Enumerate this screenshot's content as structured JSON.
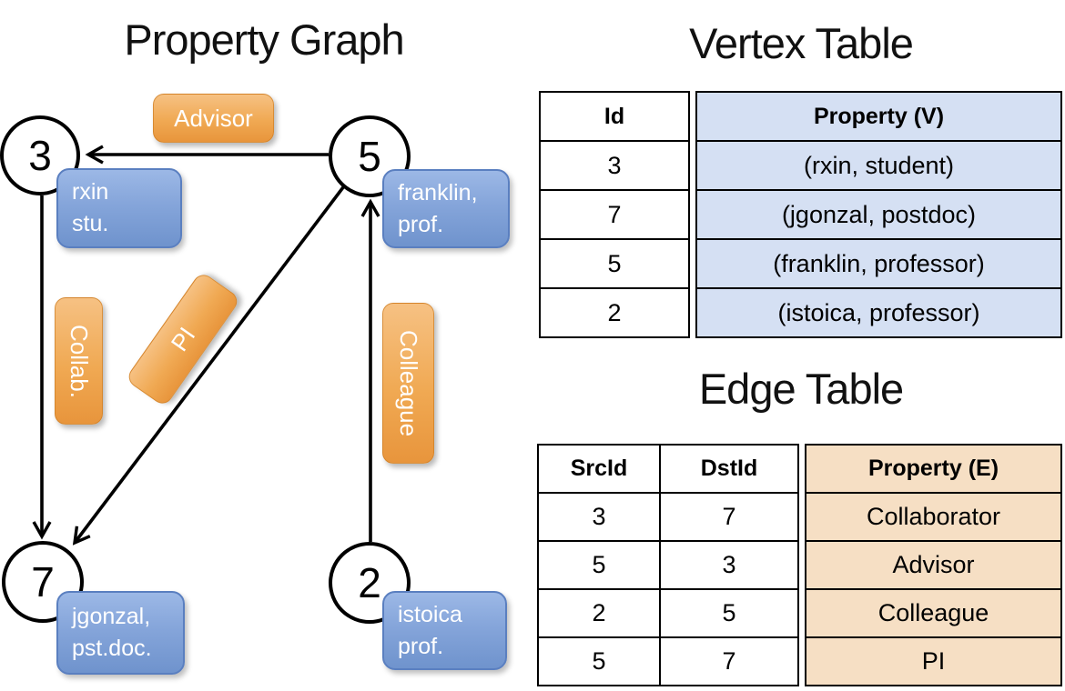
{
  "page": {
    "graph_title": "Property Graph",
    "vertex_table_title": "Vertex Table",
    "edge_table_title": "Edge Table"
  },
  "graph": {
    "nodes": [
      {
        "id": "3",
        "property_lines": [
          "rxin",
          "stu."
        ]
      },
      {
        "id": "5",
        "property_lines": [
          "franklin,",
          "prof."
        ]
      },
      {
        "id": "7",
        "property_lines": [
          "jgonzal,",
          "pst.doc."
        ]
      },
      {
        "id": "2",
        "property_lines": [
          "istoica",
          "prof."
        ]
      }
    ],
    "edge_labels": [
      {
        "label": "Advisor",
        "from": "5",
        "to": "3"
      },
      {
        "label": "Collab.",
        "from": "3",
        "to": "7"
      },
      {
        "label": "PI",
        "from": "5",
        "to": "7"
      },
      {
        "label": "Colleague",
        "from": "2",
        "to": "5"
      }
    ]
  },
  "vertex_table": {
    "headers": [
      "Id",
      "Property (V)"
    ],
    "rows": [
      [
        "3",
        "(rxin, student)"
      ],
      [
        "7",
        "(jgonzal, postdoc)"
      ],
      [
        "5",
        "(franklin, professor)"
      ],
      [
        "2",
        "(istoica, professor)"
      ]
    ]
  },
  "edge_table": {
    "headers": [
      "SrcId",
      "DstId",
      "Property (E)"
    ],
    "rows": [
      [
        "3",
        "7",
        "Collaborator"
      ],
      [
        "5",
        "3",
        "Advisor"
      ],
      [
        "2",
        "5",
        "Colleague"
      ],
      [
        "5",
        "7",
        "PI"
      ]
    ]
  },
  "colors": {
    "edge_label_top": "#f5bd7a",
    "edge_label_bottom": "#e8953c",
    "vertex_box_top": "#97b4e3",
    "vertex_box_bottom": "#6f93cd",
    "vertex_property_bg": "#d5e0f3",
    "edge_property_bg": "#f6dfc4",
    "stroke": "#000000"
  }
}
